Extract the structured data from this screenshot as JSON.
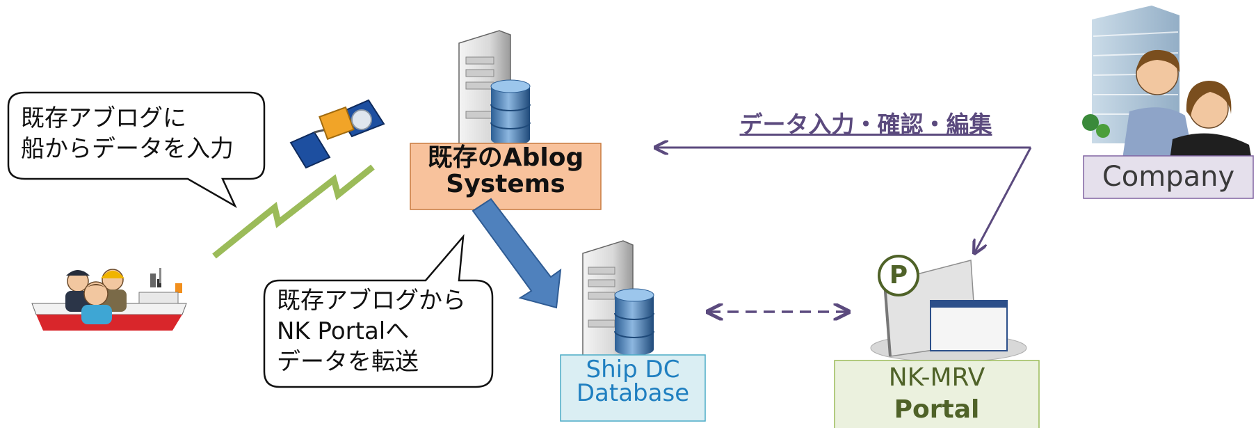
{
  "callouts": {
    "ship_input": {
      "line1": "既存アブログに",
      "line2": "船からデータを入力"
    },
    "transfer": {
      "line1": "既存アブログから",
      "line2": "NK Portalへ",
      "line3": "データを転送"
    }
  },
  "nodes": {
    "ablog": {
      "line1": "既存のAblog",
      "line2": "Systems"
    },
    "ship_dc": {
      "line1": "Ship DC",
      "line2": "Database"
    },
    "portal": {
      "line1": "NK-MRV",
      "line2": "Portal",
      "badge": "P"
    },
    "company": {
      "label": "Company"
    }
  },
  "edges": {
    "company_to_ablog": {
      "label": "データ入力・確認・編集"
    }
  },
  "colors": {
    "arrow_purple": "#5b4a7e",
    "ablog_fill": "#f8c29c",
    "shipdc_fill": "#daeef3",
    "portal_fill": "#ebf1de",
    "company_fill": "#e5e0ec",
    "lightning": "#9bbb59",
    "big_arrow": "#4f81bd"
  }
}
